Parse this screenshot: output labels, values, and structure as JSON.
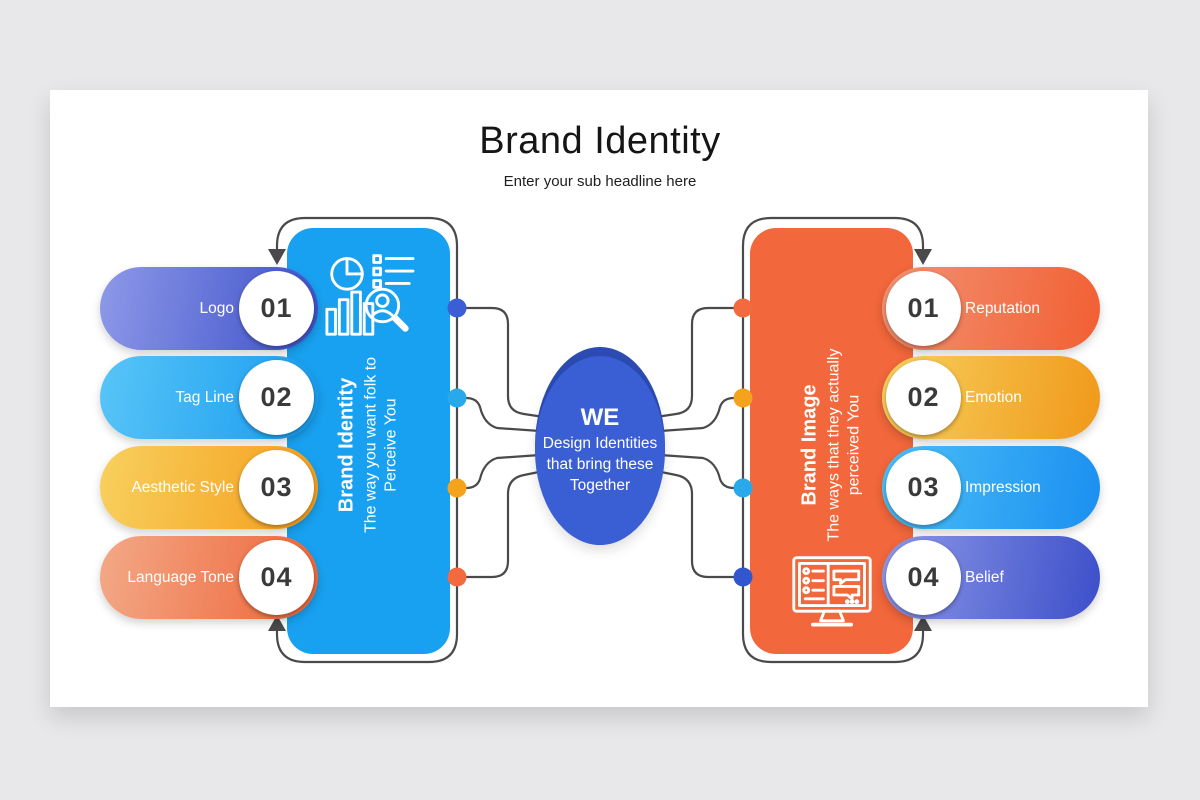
{
  "header": {
    "title": "Brand Identity",
    "subtitle": "Enter your sub headline here"
  },
  "center_blob": {
    "headline": "WE",
    "description": "Design Identities that bring these Together"
  },
  "left_panel": {
    "title": "Brand Identity",
    "description": "The way you want folk to Perceive You",
    "icon": "analytics-search-icon"
  },
  "right_panel": {
    "title": "Brand Image",
    "description": "The ways that they actually perceived You",
    "icon": "monitor-chat-icon"
  },
  "left_items": [
    {
      "number": "01",
      "label": "Logo",
      "gradient": [
        "#8e99e8",
        "#3c4fc9"
      ],
      "dot": "#3b5ed6"
    },
    {
      "number": "02",
      "label": "Tag Line",
      "gradient": [
        "#58c5f7",
        "#189bf0"
      ],
      "dot": "#29a9e9"
    },
    {
      "number": "03",
      "label": "Aesthetic Style",
      "gradient": [
        "#f8d05e",
        "#f49d1a"
      ],
      "dot": "#f5a31c"
    },
    {
      "number": "04",
      "label": "Language Tone",
      "gradient": [
        "#f3a987",
        "#ee6438"
      ],
      "dot": "#f26a3e"
    }
  ],
  "right_items": [
    {
      "number": "01",
      "label": "Reputation",
      "gradient": [
        "#f29374",
        "#f25f33"
      ],
      "dot": "#f26a3e"
    },
    {
      "number": "02",
      "label": "Emotion",
      "gradient": [
        "#f8d05e",
        "#f0991a"
      ],
      "dot": "#f5a31c"
    },
    {
      "number": "03",
      "label": "Impression",
      "gradient": [
        "#4cc0f7",
        "#1b8ff0"
      ],
      "dot": "#29a9e9"
    },
    {
      "number": "04",
      "label": "Belief",
      "gradient": [
        "#8e99e8",
        "#3c4fc9"
      ],
      "dot": "#3156cd"
    }
  ],
  "colors": {
    "background": "#e8e7e9",
    "card": "#ffffff",
    "left_panel_bg": "#18a1f0",
    "right_panel_bg": "#f2673b",
    "blob_front": "#3a5ed3",
    "blob_back": "#2c4cb3",
    "outline": "#4a4a4a",
    "connector": "#4a4a4a"
  }
}
